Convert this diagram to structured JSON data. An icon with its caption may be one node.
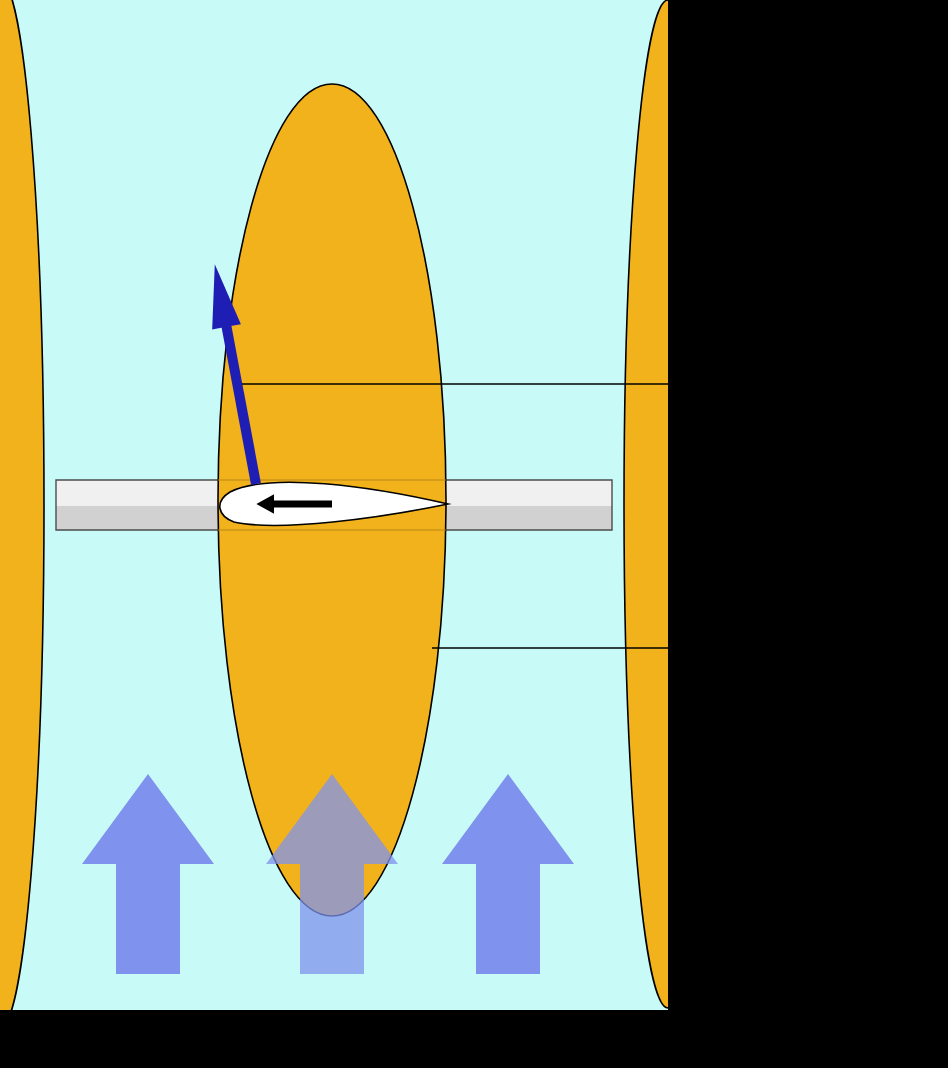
{
  "diagram": {
    "nodes": [
      {
        "text": [],
        "shape": "arrow",
        "in": 1
      },
      {
        "text": [],
        "shape": "ellipse"
      },
      {
        "text": [],
        "shape": "ellipse"
      }
    ],
    "edges": [
      {
        "from": 2,
        "to": 0,
        "arrow": "none"
      },
      {
        "from": 2,
        "to": 1,
        "arrow": "none"
      }
    ]
  }
}
